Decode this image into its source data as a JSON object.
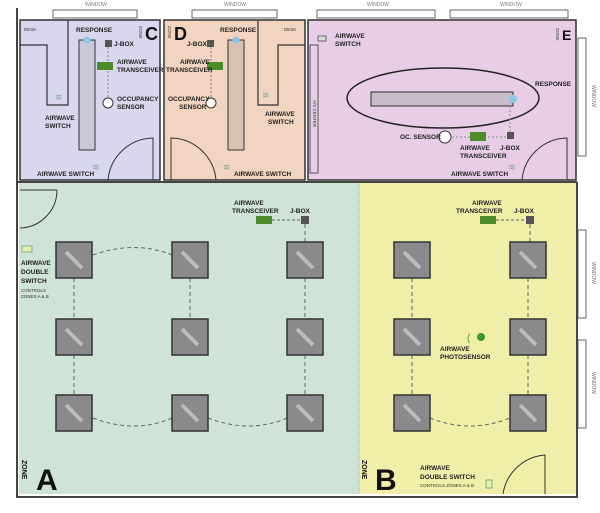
{
  "windows": {
    "label": "WINDOW"
  },
  "colors": {
    "zone_a": "#cfe3d6",
    "zone_b": "#f0efaa",
    "zone_c": "#d9d7ee",
    "zone_d": "#f2d5c0",
    "zone_e": "#e7cde6",
    "transceiver": "#4c8c2b",
    "jbox": "#555555",
    "sensor_dot": "#3a9a2a"
  },
  "zone_word": "ZONE",
  "zone_c": {
    "letter": "C",
    "desk": "DESK",
    "response": "RESPONSE",
    "jbox": "J-BOX",
    "transceiver": [
      "AIRWAVE",
      "TRANSCEIVER"
    ],
    "occupancy": [
      "OCCUPANCY",
      "SENSOR"
    ],
    "switch": [
      "AIRWAVE",
      "SWITCH"
    ],
    "door_switch": "AIRWAVE SWITCH"
  },
  "zone_d": {
    "letter": "D",
    "desk": "DESK",
    "response": "RESPONSE",
    "jbox": "J-BOX",
    "transceiver": [
      "AIRWAVE",
      "TRANSCEIVER"
    ],
    "occupancy": [
      "OCCUPANCY",
      "SENSOR"
    ],
    "switch": [
      "AIRWAVE",
      "SWITCH"
    ],
    "door_switch": "AIRWAVE SWITCH"
  },
  "zone_e": {
    "letter": "E",
    "switch": [
      "AIRWAVE",
      "SWITCH"
    ],
    "av_center": "A/V CENTER",
    "response": "RESPONSE",
    "oc_sensor": "OC. SENSOR",
    "transceiver": [
      "AIRWAVE",
      "TRANSCEIVER"
    ],
    "jbox": "J-BOX",
    "door_switch": "AIRWAVE SWITCH"
  },
  "zone_a": {
    "letter": "A",
    "transceiver": [
      "AIRWAVE",
      "TRANSCEIVER"
    ],
    "jbox": "J-BOX",
    "double_switch": [
      "AIRWAVE",
      "DOUBLE",
      "SWITCH"
    ],
    "controls": [
      "CONTROLS",
      "ZONES A & B"
    ]
  },
  "zone_b": {
    "letter": "B",
    "transceiver": [
      "AIRWAVE",
      "TRANSCEIVER"
    ],
    "jbox": "J-BOX",
    "photosensor": [
      "AIRWAVE",
      "PHOTOSENSOR"
    ],
    "double_switch": [
      "AIRWAVE",
      "DOUBLE SWITCH"
    ],
    "controls": "CONTROLS ZONES A & B"
  }
}
